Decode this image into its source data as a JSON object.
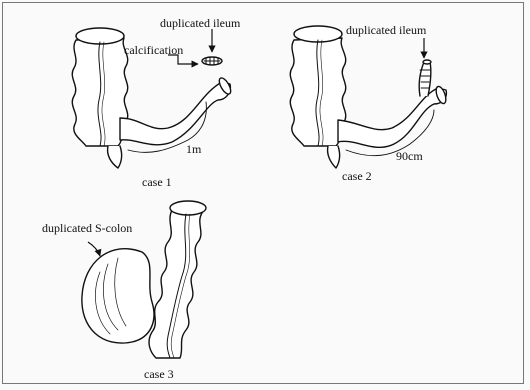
{
  "case1": {
    "caption": "case 1",
    "label_duplicated": "duplicated ileum",
    "label_calcification": "calcification",
    "label_length": "1m"
  },
  "case2": {
    "caption": "case 2",
    "label_duplicated": "duplicated ileum",
    "label_length": "90cm"
  },
  "case3": {
    "caption": "case 3",
    "label_duplicated": "duplicated S-colon"
  }
}
